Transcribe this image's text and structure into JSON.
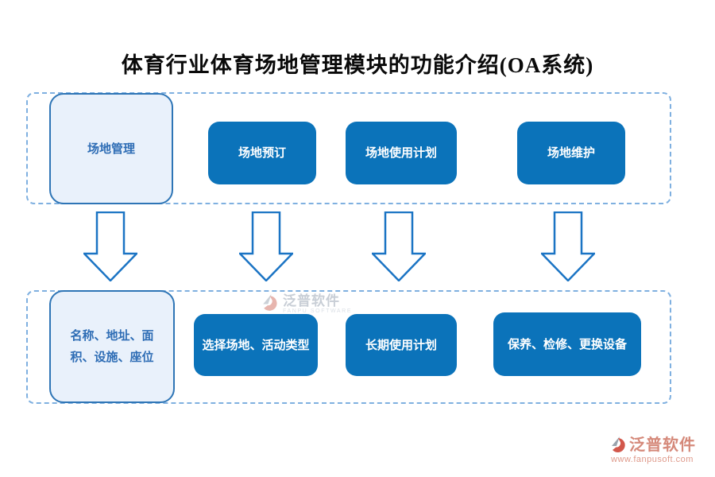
{
  "title": "体育行业体育场地管理模块的功能介绍(OA系统)",
  "rows": {
    "top": {
      "items": [
        {
          "label": "场地管理",
          "style": "light"
        },
        {
          "label": "场地预订",
          "style": "dark"
        },
        {
          "label": "场地使用计划",
          "style": "dark"
        },
        {
          "label": "场地维护",
          "style": "dark"
        }
      ]
    },
    "bottom": {
      "items": [
        {
          "label": "名称、地址、面积、设施、座位",
          "style": "light"
        },
        {
          "label": "选择场地、活动类型",
          "style": "dark"
        },
        {
          "label": "长期使用计划",
          "style": "dark"
        },
        {
          "label": "保养、检修、更换设备",
          "style": "dark"
        }
      ]
    }
  },
  "watermark_center": {
    "brand": "泛普软件",
    "subtitle": "FANPU SOFTWARE"
  },
  "watermark_corner": {
    "brand": "泛普软件",
    "url": "www.fanpusoft.com"
  },
  "colors": {
    "primary_blue": "#0b73ba",
    "light_box_bg": "#e9f1fb",
    "box_border_blue": "#2e75b6",
    "dashed_border": "#7fb0e0",
    "arrow_outline": "#1b74c4",
    "title_text": "#0a0a0a",
    "watermark_red": "#d5897a",
    "watermark_gray": "#bfc6cf"
  }
}
